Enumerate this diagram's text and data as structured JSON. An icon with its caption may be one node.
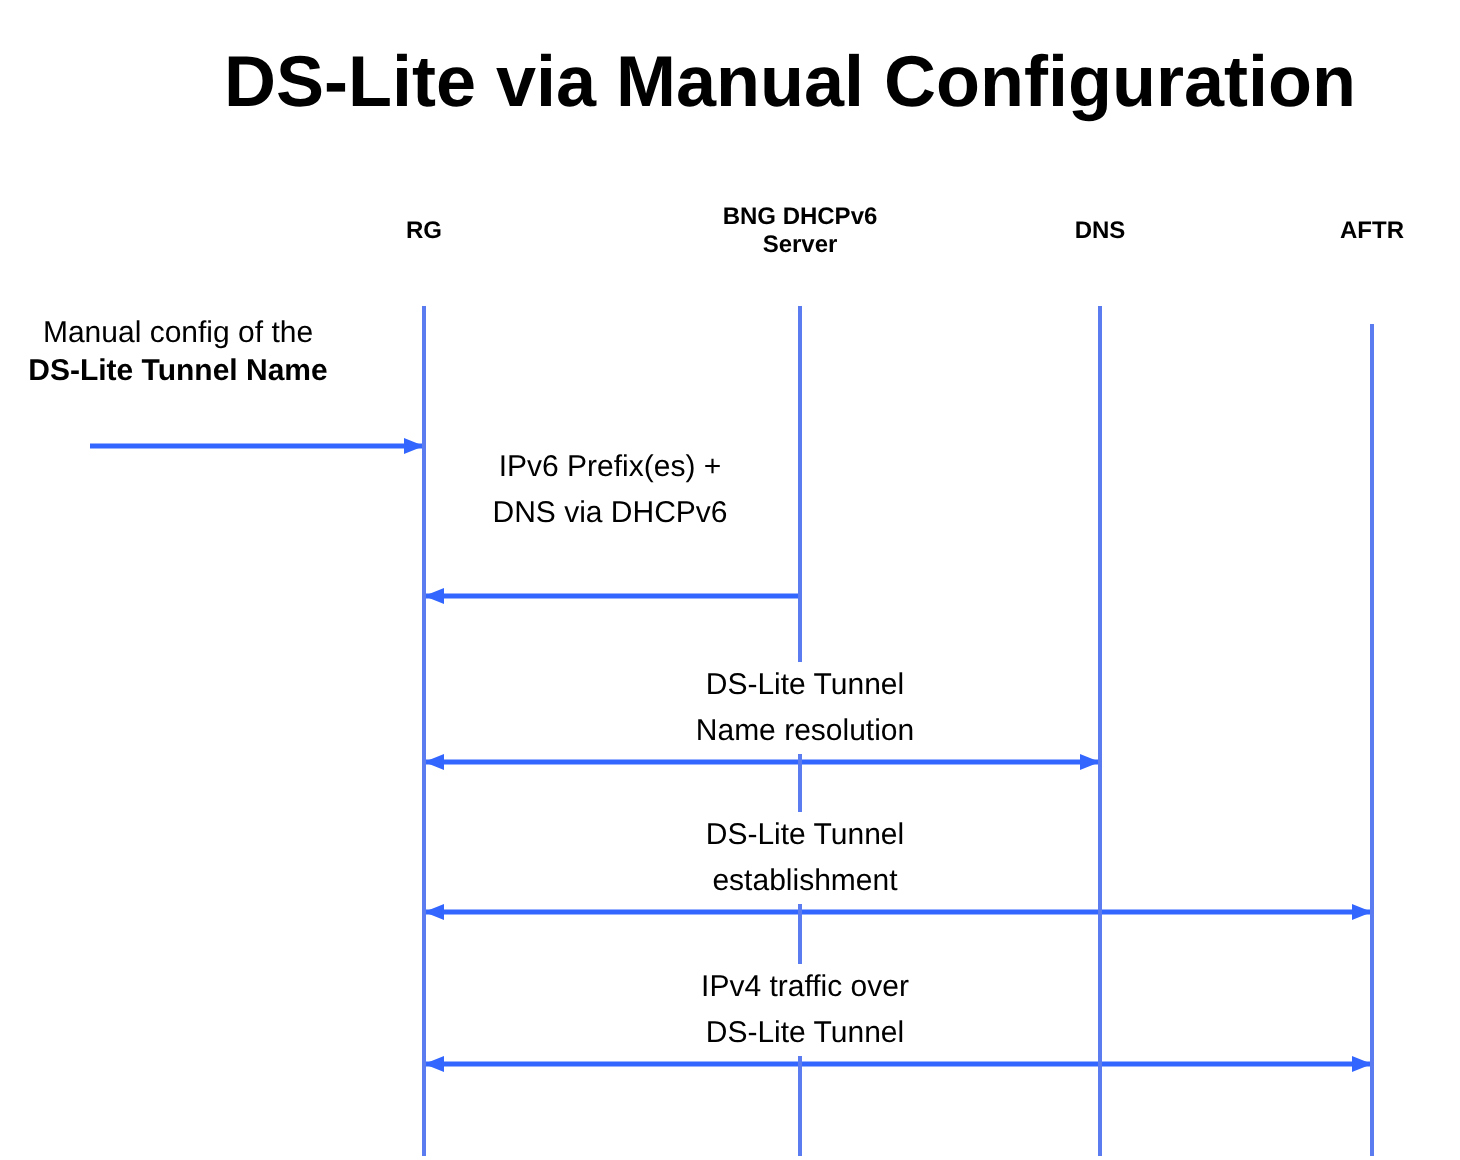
{
  "diagram": {
    "title": "DS-Lite via Manual Configuration",
    "nodes": [
      {
        "text": [],
        "shape": "bar",
        "beside": [
          "RG"
        ]
      },
      {
        "text": [],
        "shape": "bar",
        "beside": [
          "BNG DHCPv6 Server"
        ]
      },
      {
        "text": [],
        "shape": "bar",
        "beside": [
          "DNS"
        ]
      },
      {
        "text": [],
        "shape": "bar",
        "beside": [
          "AFTR"
        ]
      }
    ],
    "edges": [
      {
        "from": null,
        "to": 0,
        "arrow": "to",
        "label": "Manual config of the **DS-Lite Tunnel Name**"
      },
      {
        "from": 1,
        "to": 0,
        "arrow": "to",
        "label": "IPv6 Prefix(es) + DNS via DHCPv6"
      },
      {
        "from": 0,
        "to": 2,
        "arrow": "both",
        "label": "DS-Lite Tunnel Name resolution"
      },
      {
        "from": 0,
        "to": 3,
        "arrow": "both",
        "label": "DS-Lite Tunnel establishment"
      },
      {
        "from": 0,
        "to": 3,
        "arrow": "both",
        "label": "IPv4 traffic over DS-Lite Tunnel"
      }
    ]
  }
}
